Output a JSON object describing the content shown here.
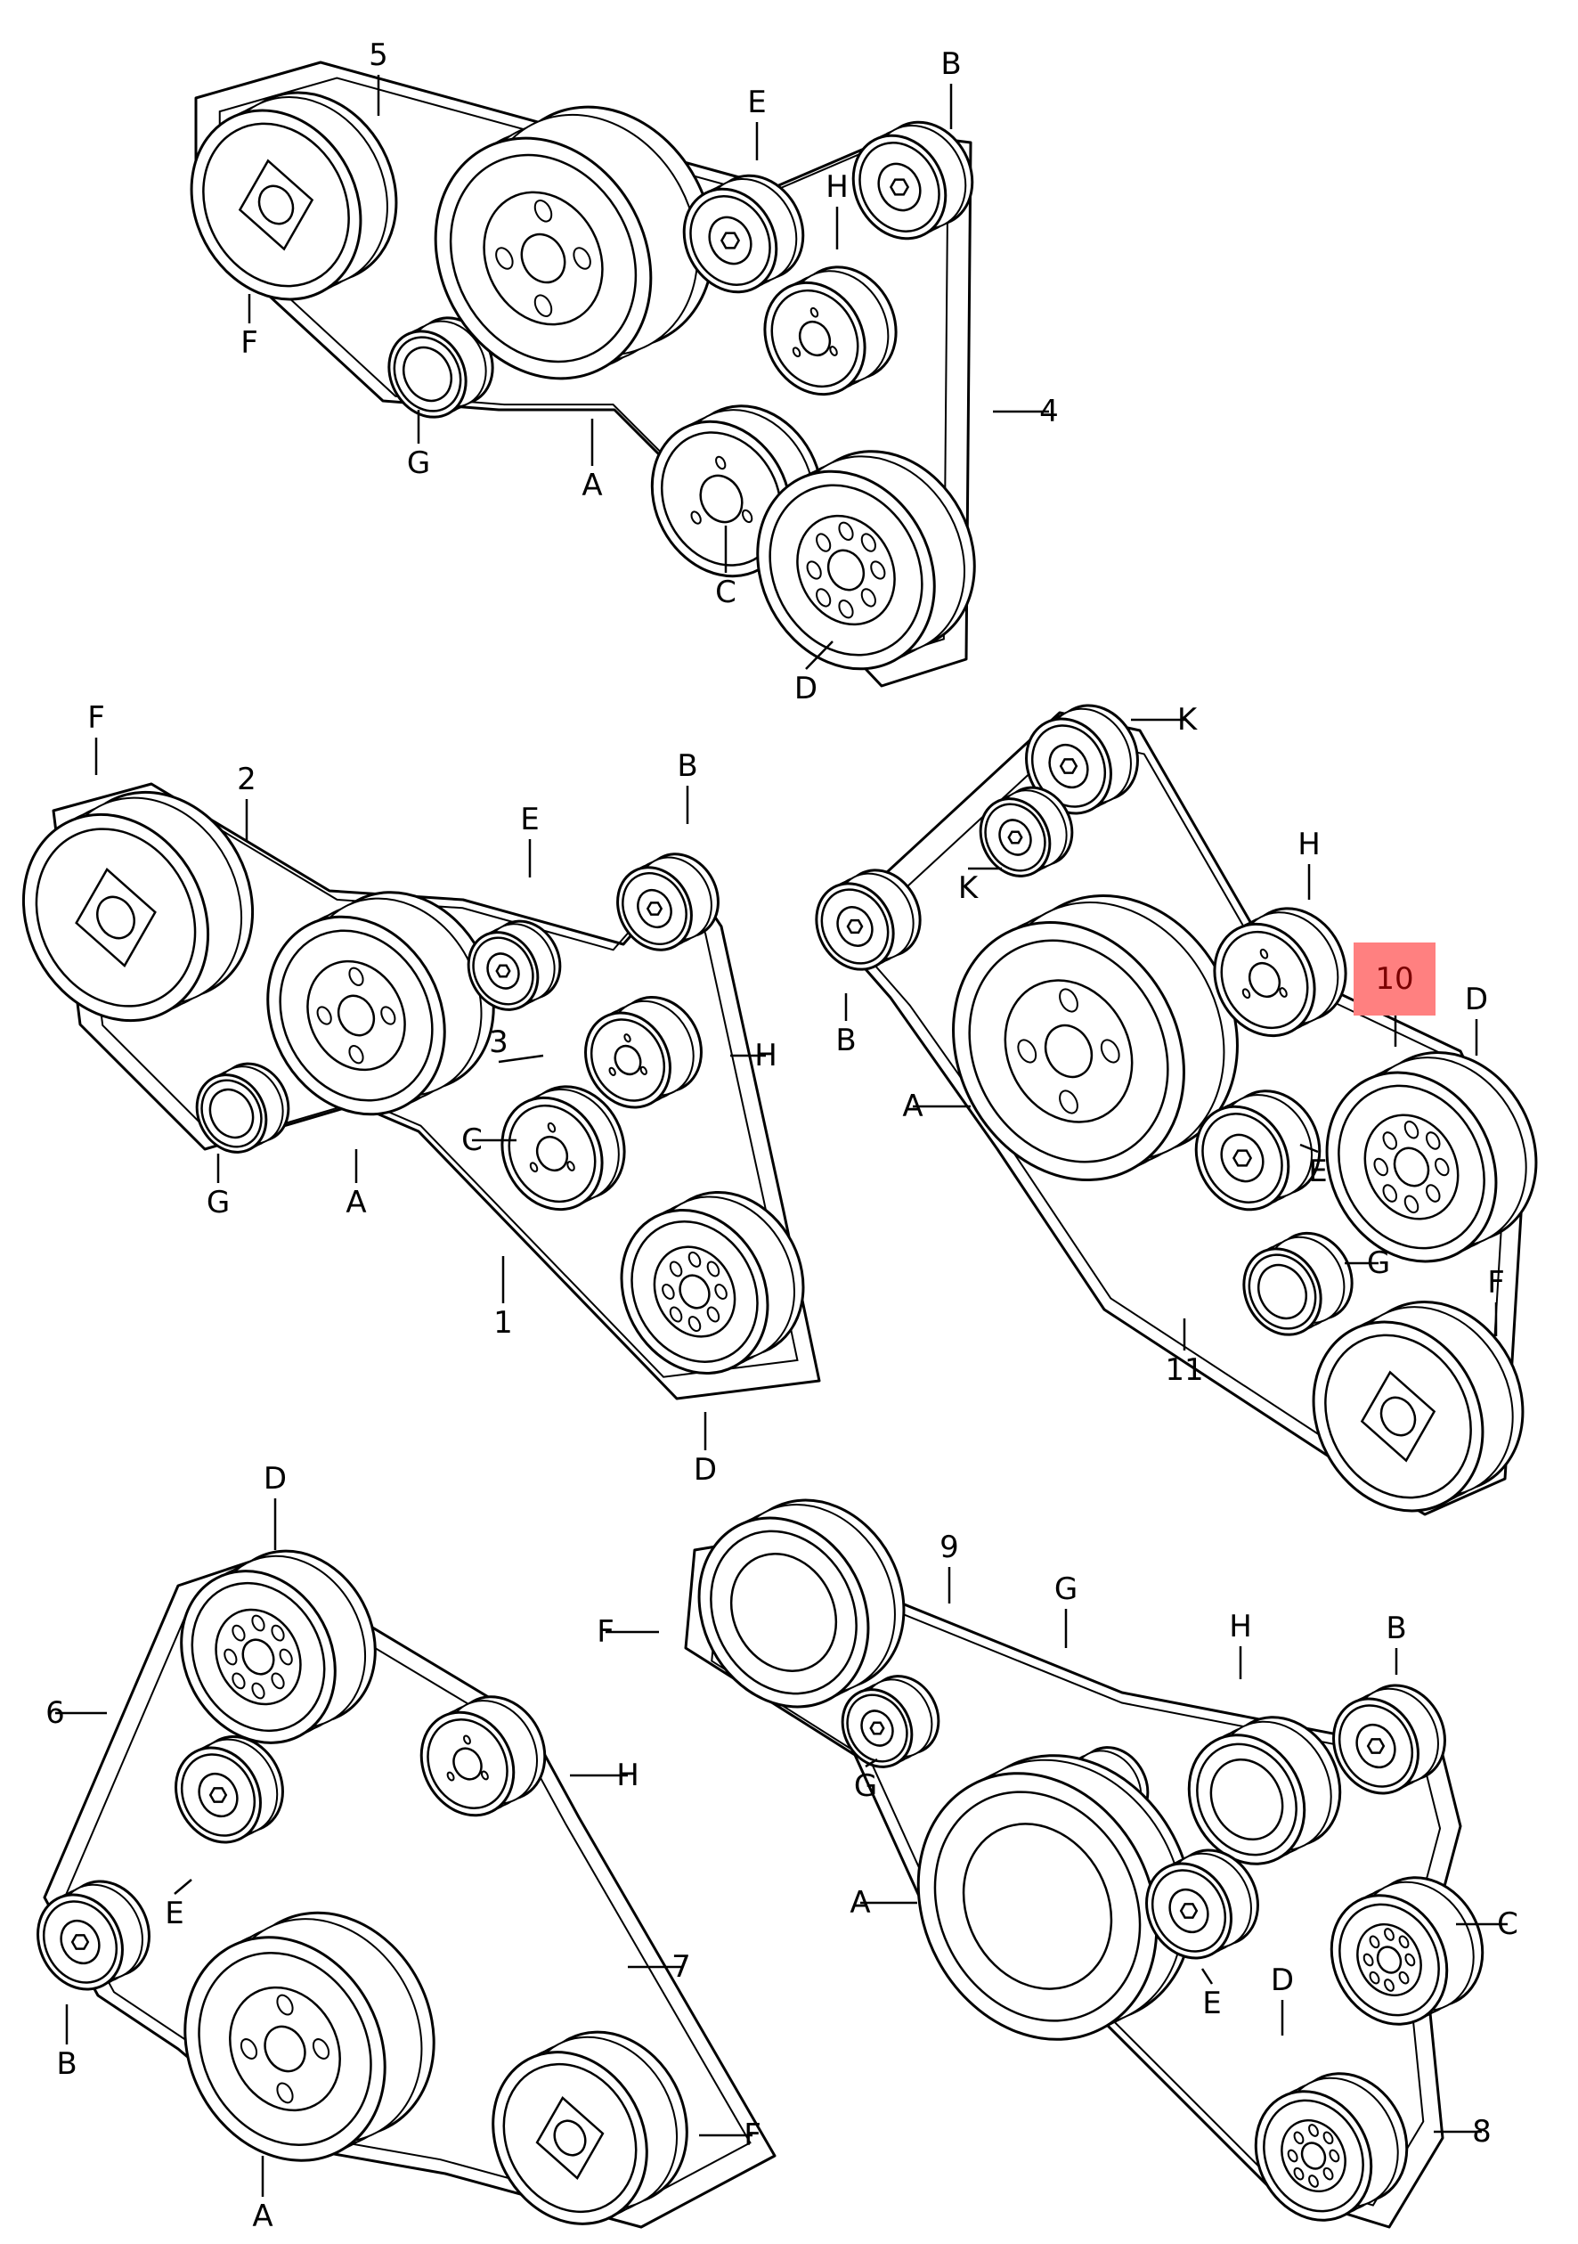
{
  "title": "Poly-V belt drive layouts (accessory drive diagrams)",
  "highlight": {
    "label": "10",
    "color": "#ff8080",
    "text_color": "#7a0000"
  },
  "diagrams": [
    {
      "id": "top",
      "belts": [
        "5",
        "4"
      ],
      "pulleys": [
        "A",
        "B",
        "C",
        "D",
        "E",
        "F",
        "G",
        "H"
      ],
      "labels": [
        {
          "text": "5"
        },
        {
          "text": "B"
        },
        {
          "text": "E"
        },
        {
          "text": "H"
        },
        {
          "text": "F"
        },
        {
          "text": "4"
        },
        {
          "text": "G"
        },
        {
          "text": "A"
        },
        {
          "text": "C"
        },
        {
          "text": "D"
        }
      ]
    },
    {
      "id": "middle-left",
      "belts": [
        "1",
        "2",
        "3"
      ],
      "pulleys": [
        "A",
        "B",
        "C",
        "D",
        "E",
        "F",
        "G",
        "H"
      ],
      "labels": [
        {
          "text": "F"
        },
        {
          "text": "2"
        },
        {
          "text": "E"
        },
        {
          "text": "B"
        },
        {
          "text": "3"
        },
        {
          "text": "H"
        },
        {
          "text": "C"
        },
        {
          "text": "G"
        },
        {
          "text": "A"
        },
        {
          "text": "1"
        },
        {
          "text": "D"
        }
      ]
    },
    {
      "id": "middle-right",
      "belts": [
        "10",
        "11"
      ],
      "pulleys": [
        "A",
        "B",
        "D",
        "E",
        "F",
        "G",
        "H",
        "K"
      ],
      "labels": [
        {
          "text": "K"
        },
        {
          "text": "K"
        },
        {
          "text": "B"
        },
        {
          "text": "H"
        },
        {
          "text": "D"
        },
        {
          "text": "A"
        },
        {
          "text": "E"
        },
        {
          "text": "G"
        },
        {
          "text": "F"
        },
        {
          "text": "11"
        }
      ]
    },
    {
      "id": "bottom-left",
      "belts": [
        "6",
        "7"
      ],
      "pulleys": [
        "A",
        "B",
        "D",
        "E",
        "F",
        "H"
      ],
      "labels": [
        {
          "text": "D"
        },
        {
          "text": "6"
        },
        {
          "text": "H"
        },
        {
          "text": "E"
        },
        {
          "text": "7"
        },
        {
          "text": "B"
        },
        {
          "text": "F"
        },
        {
          "text": "A"
        }
      ]
    },
    {
      "id": "bottom-right",
      "belts": [
        "8",
        "9"
      ],
      "pulleys": [
        "A",
        "B",
        "C",
        "D",
        "E",
        "F",
        "G",
        "H"
      ],
      "labels": [
        {
          "text": "9"
        },
        {
          "text": "F"
        },
        {
          "text": "G"
        },
        {
          "text": "H"
        },
        {
          "text": "B"
        },
        {
          "text": "G"
        },
        {
          "text": "A"
        },
        {
          "text": "C"
        },
        {
          "text": "E"
        },
        {
          "text": "D"
        },
        {
          "text": "8"
        }
      ]
    }
  ]
}
